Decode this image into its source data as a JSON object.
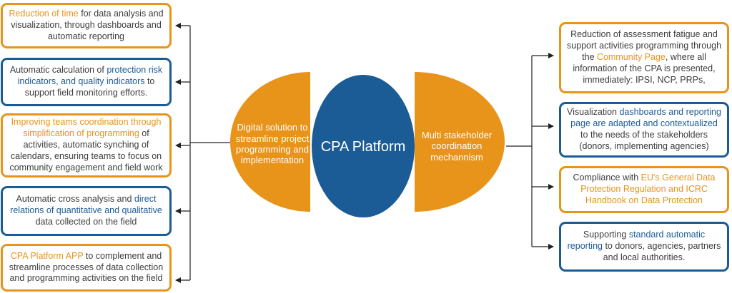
{
  "center": {
    "title": "CPA Platform",
    "left_label": "Digital solution to streamline project programming and implementation",
    "right_label": "Multi stakeholder coordination mechannism"
  },
  "left_boxes": [
    {
      "highlight": "Reduction of time",
      "text_after": " for data analysis and visualization, through dashboards and automatic reporting"
    },
    {
      "text_before": "Automatic calculation of ",
      "highlight": "protection risk indicators, and quality indicators",
      "text_after": " to support field monitoring efforts."
    },
    {
      "highlight": "Improving teams coordination through simplification of programming",
      "text_after": " of activities, automatic synching of calendars, ensuring teams to focus on community engagement and field work"
    },
    {
      "text_before": "Automatic cross analysis and ",
      "highlight": "direct relations of quantitative and qualitative",
      "text_after": " data collected on the field"
    },
    {
      "highlight": "CPA Platform APP",
      "text_after": " to complement and streamline processes of data collection and programming activities on the field"
    }
  ],
  "right_boxes": [
    {
      "text_before": "Reduction of assessment fatigue and support activities programming through the ",
      "highlight": "Community Page",
      "text_after": ", where all information of the CPA is presented, immediately: IPSI, NCP, PRPs,"
    },
    {
      "text_before": "Visualization ",
      "highlight": "dashboards and reporting page are adapted and contextualized",
      "text_after": " to the needs of the stakeholders (donors, implementing agencies)"
    },
    {
      "text_before": "Compliance with ",
      "highlight": "EU's General Data Protection Regulation and ICRC Handbook on Data Protection",
      "text_after": ""
    },
    {
      "text_before": "Supporting ",
      "highlight": "standard automatic reporting",
      "text_after": " to donors, agencies, partners and local authorities."
    }
  ],
  "colors": {
    "orange": "#e8931a",
    "blue": "#1b5b96",
    "text": "#3d3d3d",
    "connector": "#222222"
  }
}
